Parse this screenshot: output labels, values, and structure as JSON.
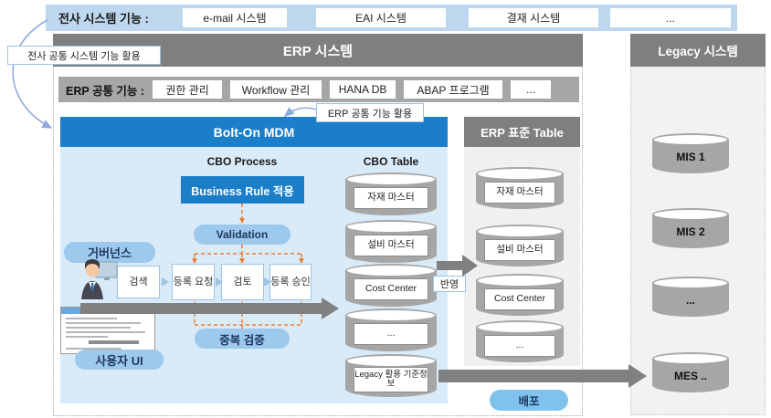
{
  "colors": {
    "banner_blue": "#BDD7EE",
    "header_gray": "#7F7F7F",
    "banner_gray": "#A6A6A6",
    "mdm_blue": "#1B7EC8",
    "mdm_body_blue": "#D9EAF8",
    "pill_blue": "#9DC9EC",
    "pill_text_navy": "#1F3864",
    "dashed_orange": "#ED7D31",
    "arrow_gray": "#808080"
  },
  "top_banner": {
    "label": "전사 시스템 기능 :",
    "items": [
      "e-mail 시스템",
      "EAI 시스템",
      "결재 시스템",
      "..."
    ]
  },
  "callouts": {
    "enterprise": "전사 공통 시스템 기능 활용",
    "erp_common": "ERP 공통 기능 활용"
  },
  "erp_box": {
    "title": "ERP 시스템",
    "common_banner": {
      "label": "ERP 공통 기능 :",
      "items": [
        "권한 관리",
        "Workflow 관리",
        "HANA DB",
        "ABAP 프로그램",
        "..."
      ]
    }
  },
  "bolt_on": {
    "title": "Bolt-On MDM",
    "process": {
      "heading": "CBO Process",
      "business_rule": "Business Rule 적용",
      "validation": "Validation",
      "governance": "거버넌스",
      "steps": [
        "검색",
        "등록 요청",
        "검토",
        "등록 승인"
      ],
      "dup_check": "중복 검증",
      "user_ui": "사용자 UI"
    },
    "table": {
      "heading": "CBO Table",
      "cylinders": [
        "자재 마스터",
        "설비 마스터",
        "Cost Center",
        "...",
        "Legacy 활용 기준정보"
      ]
    }
  },
  "reflect_label": "반영",
  "erp_std_table": {
    "title": "ERP 표준 Table",
    "cylinders": [
      "자재 마스터",
      "설비 마스터",
      "Cost Center",
      "..."
    ]
  },
  "deploy_label": "배포",
  "legacy": {
    "title": "Legacy 시스템",
    "cylinders": [
      "MIS 1",
      "MIS 2",
      "...",
      "MES .."
    ]
  }
}
